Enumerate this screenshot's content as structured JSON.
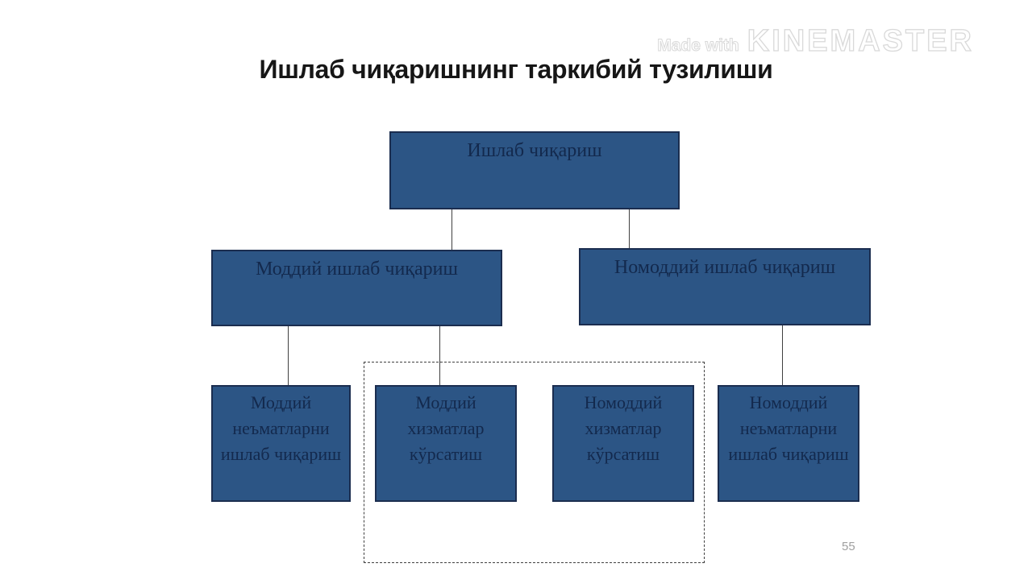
{
  "slide": {
    "title": "Ишлаб чиқаришнинг таркибий тузилиши",
    "page_number": "55"
  },
  "watermark": {
    "prefix": "Made with",
    "brand": "KINEMASTER"
  },
  "diagram": {
    "type": "org-chart",
    "nodes": [
      {
        "id": "root",
        "label": "Ишлаб чиқариш",
        "level": 1,
        "parent": null
      },
      {
        "id": "moddiy",
        "label": "Моддий ишлаб чиқариш",
        "level": 2,
        "parent": "root"
      },
      {
        "id": "nomoddiy",
        "label": "Номоддий ишлаб чиқариш",
        "level": 2,
        "parent": "root"
      },
      {
        "id": "moddiy-nematlar",
        "label": "Моддий неъматларни ишлаб чиқариш",
        "level": 3,
        "parent": "moddiy"
      },
      {
        "id": "moddiy-xizmatlar",
        "label": "Моддий хизматлар кўрсатиш",
        "level": 3,
        "parent": "moddiy"
      },
      {
        "id": "nomoddiy-xizmatlar",
        "label": "Номоддий хизматлар кўрсатиш",
        "level": 3,
        "parent": null
      },
      {
        "id": "nomoddiy-nematlar",
        "label": "Номоддий неъматларни ишлаб чиқариш",
        "level": 3,
        "parent": "nomoddiy"
      }
    ],
    "dashed_group": {
      "encloses": [
        "Моддий хизматлар кўрсатиш",
        "Номоддий хизматлар кўрсатиш"
      ]
    },
    "colors": {
      "node_fill": "#2c5585",
      "node_border": "#1b2d4f",
      "node_text": "#13294d",
      "connector": "#404040",
      "dashed_border": "#404040",
      "title_text": "#161616",
      "page_number_text": "#a0a0a0",
      "watermark_outline": "#d9d9d9"
    }
  }
}
